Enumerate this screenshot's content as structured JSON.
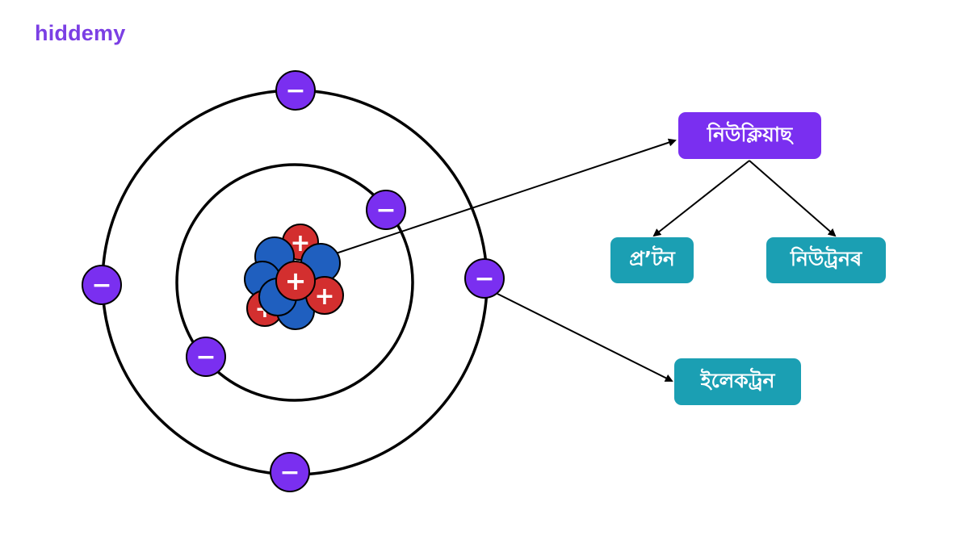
{
  "brand": {
    "logo_text": "hiddemy",
    "logo_color": "#7b3fe4"
  },
  "labels": {
    "nucleus": "নিউক্লিয়াছ",
    "proton": "প্ৰ’টন",
    "neutron": "নিউট্ৰনৰ",
    "electron": "ইলেকট্ৰন"
  },
  "symbols": {
    "electron": "−",
    "proton": "+"
  },
  "colors": {
    "electron_fill": "#7a2ff0",
    "proton_fill": "#d32f2f",
    "neutron_fill": "#1f5fbf",
    "nucleus_box": "#7a2ff0",
    "particle_box": "#1b9fb3",
    "orbit_stroke": "#000000"
  }
}
